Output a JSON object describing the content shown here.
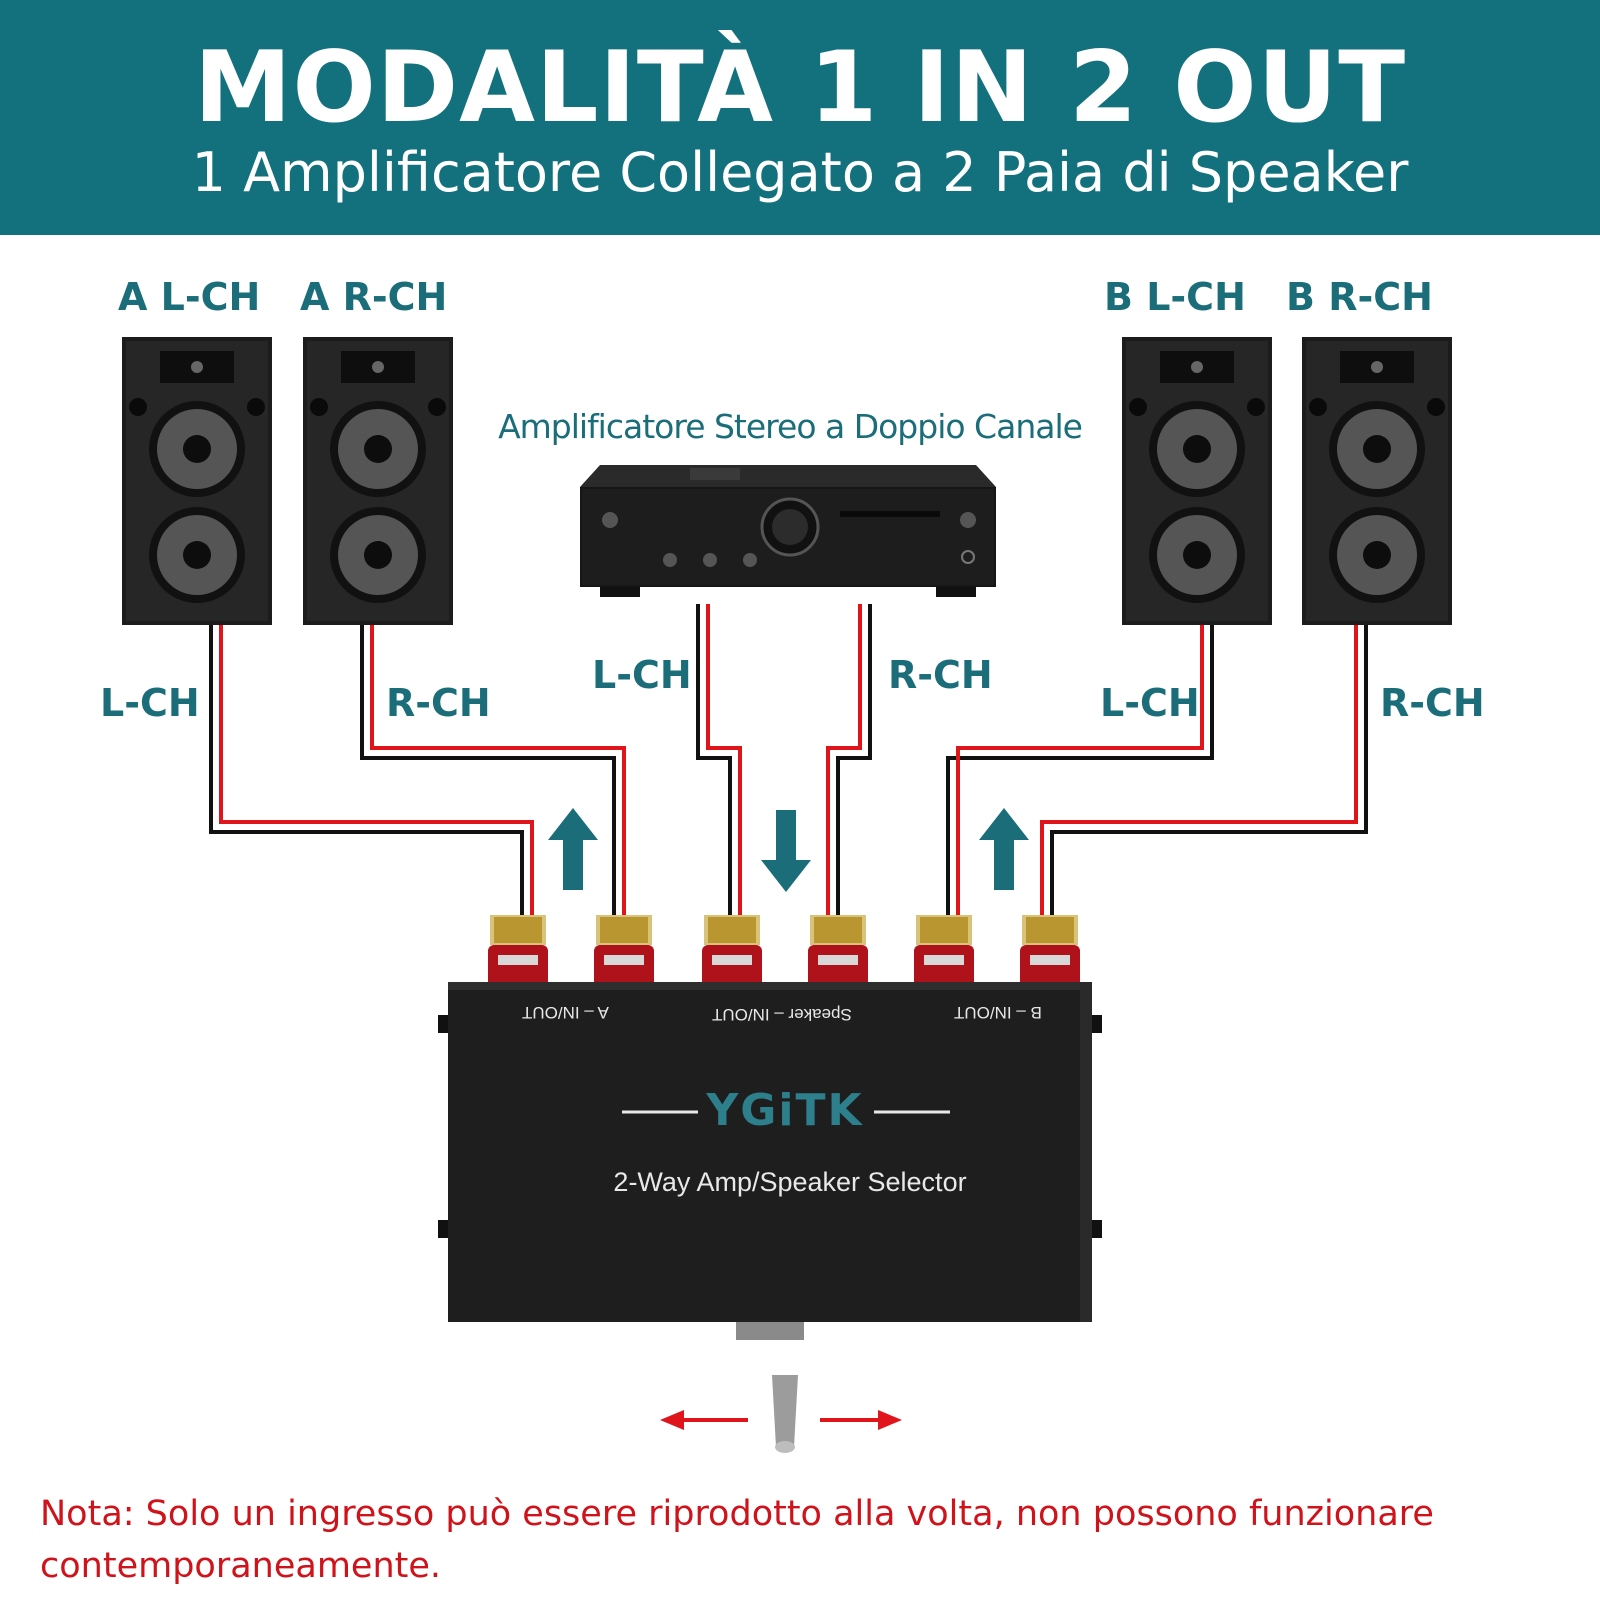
{
  "header": {
    "title": "MODALITÀ 1 IN 2 OUT",
    "subtitle": "1 Amplificatore Collegato a 2 Paia di Speaker"
  },
  "speakers": {
    "a_left": "A L-CH",
    "a_right": "A R-CH",
    "b_left": "B L-CH",
    "b_right": "B R-CH"
  },
  "amplifier": {
    "label": "Amplificatore Stereo a Doppio Canale"
  },
  "channels": {
    "a_left": "L-CH",
    "a_right": "R-CH",
    "amp_left": "L-CH",
    "amp_right": "R-CH",
    "b_left": "L-CH",
    "b_right": "R-CH"
  },
  "selector": {
    "brand": "YGiTK",
    "product": "2-Way Amp/Speaker Selector",
    "jack_a": "A – IN/OUT",
    "jack_speaker": "Speaker – IN/OUT",
    "jack_b": "B – IN/OUT"
  },
  "note": "Nota: Solo un ingresso può essere riprodotto alla volta, non possono funzionare contemporaneamente.",
  "colors": {
    "header_bg": "#12717d",
    "label_teal": "#1b6e79",
    "wire_red": "#e0141b",
    "note_red": "#d0131b"
  }
}
